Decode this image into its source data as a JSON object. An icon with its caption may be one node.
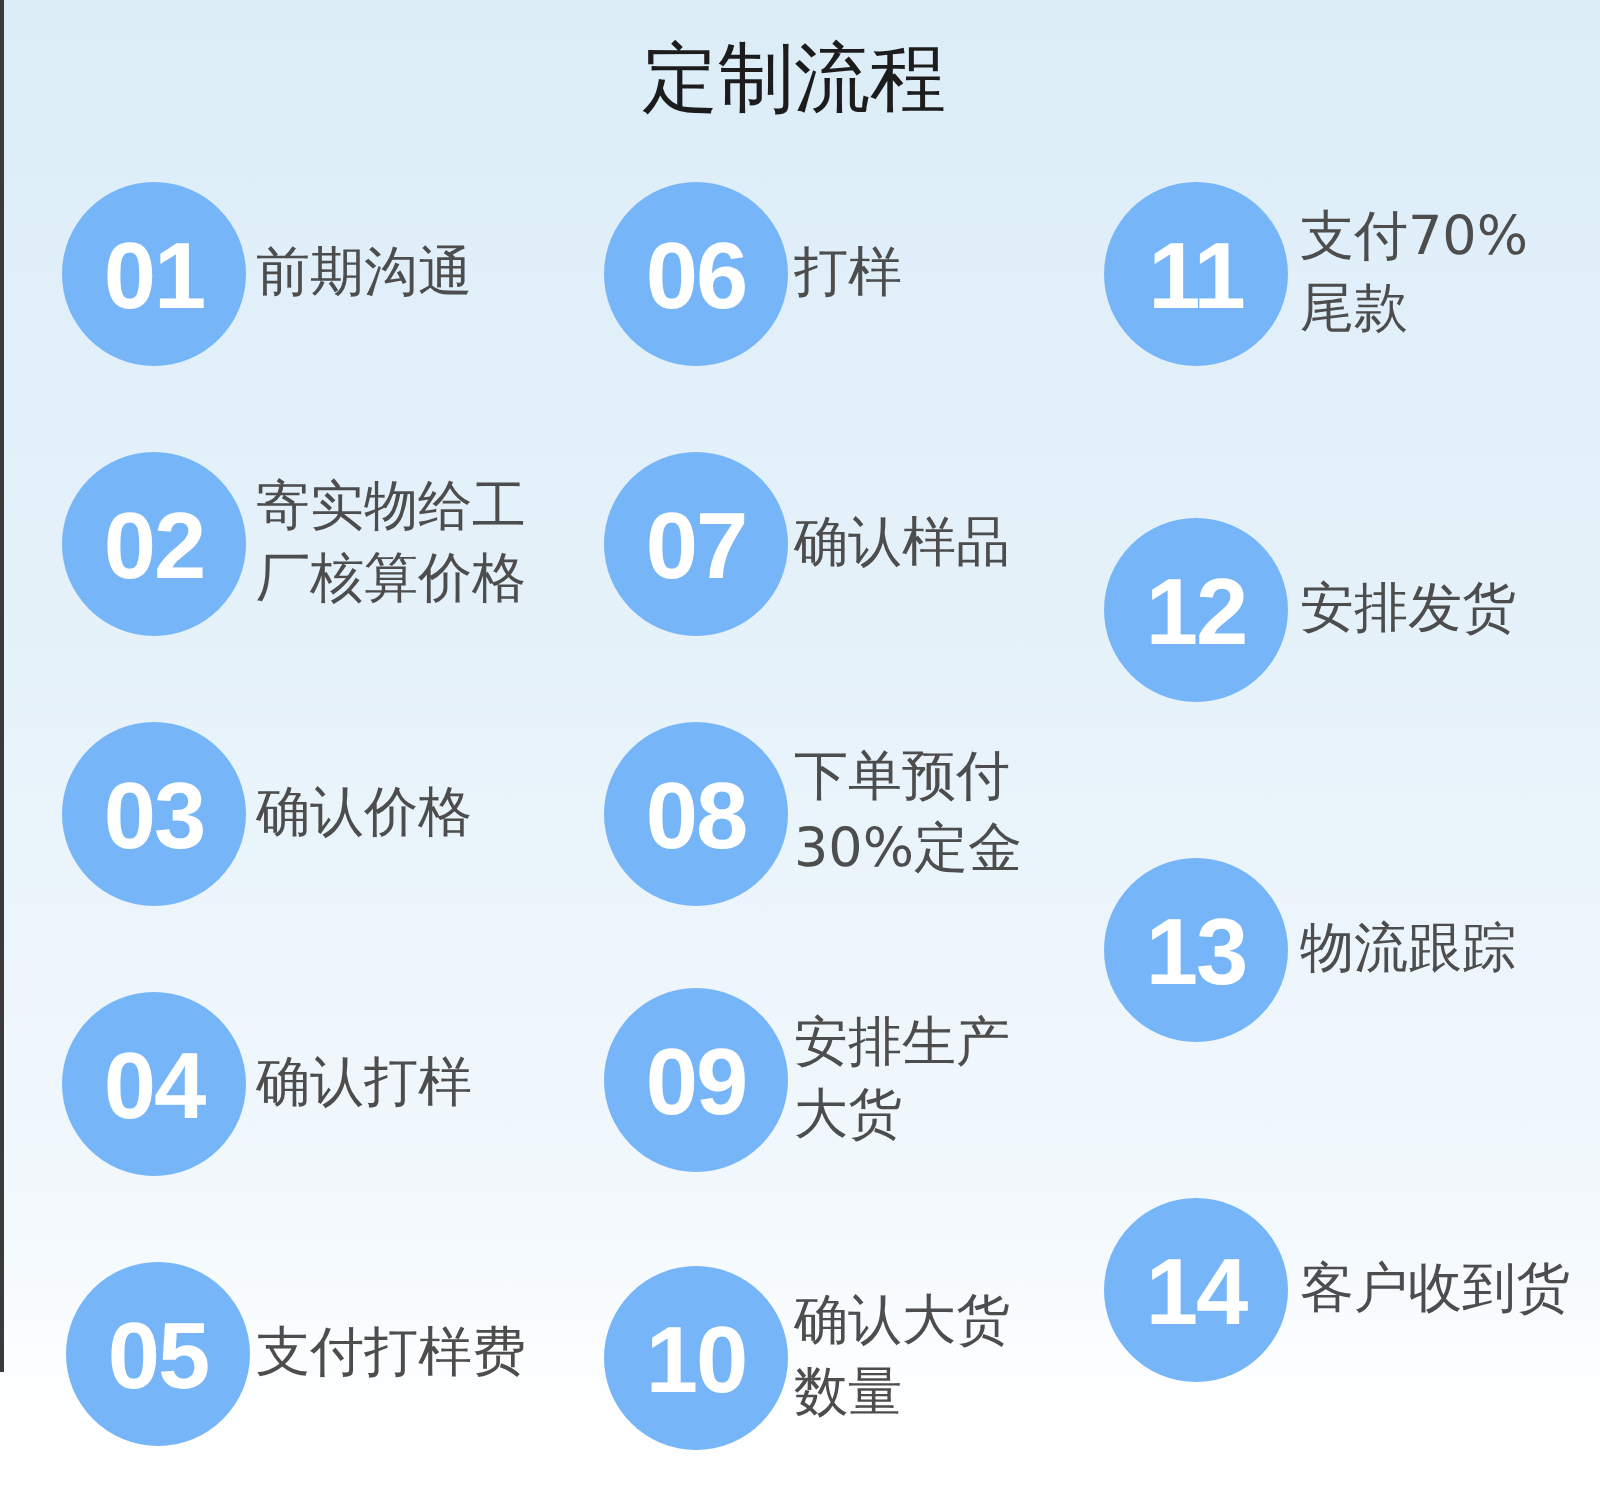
{
  "diagram": {
    "title": "定制流程",
    "nodes": [
      {
        "text": [
          "01"
        ],
        "beside": [
          "前期沟通"
        ]
      },
      {
        "text": [
          "02"
        ],
        "beside": [
          "寄实物给工厂核算价格"
        ]
      },
      {
        "text": [
          "03"
        ],
        "beside": [
          "确认价格"
        ]
      },
      {
        "text": [
          "04"
        ],
        "beside": [
          "确认打样"
        ]
      },
      {
        "text": [
          "05"
        ],
        "beside": [
          "支付打样费"
        ]
      },
      {
        "text": [
          "06"
        ],
        "beside": [
          "打样"
        ]
      },
      {
        "text": [
          "07"
        ],
        "beside": [
          "确认样品"
        ]
      },
      {
        "text": [
          "08"
        ],
        "beside": [
          "下单预付30%定金"
        ]
      },
      {
        "text": [
          "09"
        ],
        "beside": [
          "安排生产大货"
        ]
      },
      {
        "text": [
          "10"
        ],
        "beside": [
          "确认大货数量"
        ]
      },
      {
        "text": [
          "11"
        ],
        "beside": [
          "支付70%尾款"
        ]
      },
      {
        "text": [
          "12"
        ],
        "beside": [
          "安排发货"
        ]
      },
      {
        "text": [
          "13"
        ],
        "beside": [
          "物流跟踪"
        ]
      },
      {
        "text": [
          "14"
        ],
        "beside": [
          "客户收到货"
        ]
      }
    ]
  }
}
